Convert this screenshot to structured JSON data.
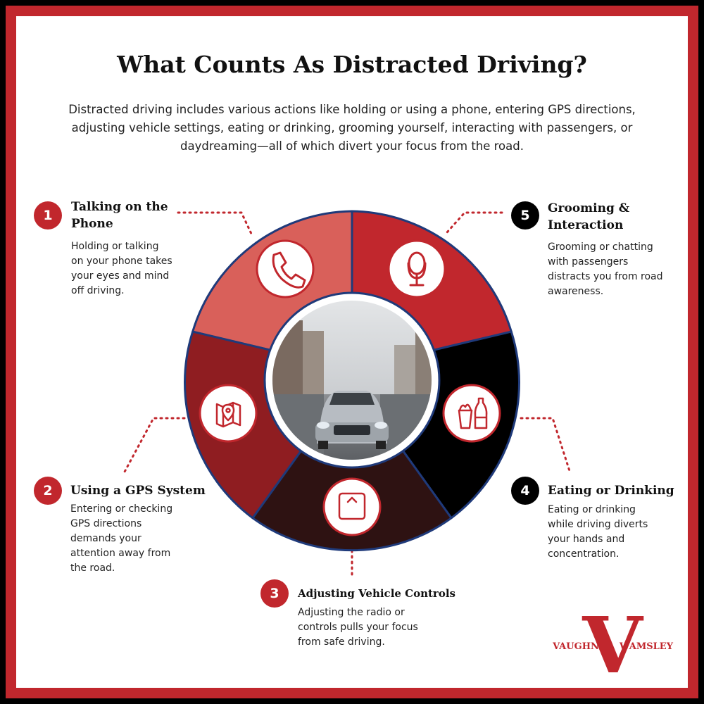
{
  "title": "What Counts As Distracted Driving?",
  "intro": "Distracted driving includes various actions like holding or using a phone, entering GPS directions, adjusting vehicle settings, eating or drinking, grooming yourself, interacting with passengers, or daydreaming—all of which divert your focus from the road.",
  "items": [
    {
      "number": "1",
      "title_lines": [
        "Talking on the",
        "Phone"
      ],
      "desc_lines": [
        "Holding or talking",
        "on your phone takes",
        "your eyes and mind",
        "off driving."
      ],
      "icon": "phone-icon"
    },
    {
      "number": "2",
      "title_lines": [
        "Using a GPS System"
      ],
      "desc_lines": [
        "Entering or checking",
        "GPS directions",
        "demands your",
        "attention away from",
        "the road."
      ],
      "icon": "map-pin-icon"
    },
    {
      "number": "3",
      "title_lines": [
        "Adjusting Vehicle Controls"
      ],
      "desc_lines": [
        "Adjusting the radio or",
        "controls pulls your focus",
        "from safe driving."
      ],
      "icon": "control-panel-icon"
    },
    {
      "number": "4",
      "title_lines": [
        "Eating or Drinking"
      ],
      "desc_lines": [
        "Eating or drinking",
        "while driving diverts",
        "your hands and",
        "concentration."
      ],
      "icon": "food-drink-icon"
    },
    {
      "number": "5",
      "title_lines": [
        "Grooming &",
        "Interaction"
      ],
      "desc_lines": [
        "Grooming or chatting",
        "with passengers",
        "distracts you from road",
        "awareness."
      ],
      "icon": "mirror-icon"
    }
  ],
  "logo": {
    "left_word": "VAUGHN",
    "letter": "V",
    "right_word": "WAMSLEY"
  },
  "colors": {
    "border": "#c1272d",
    "accent_red": "#c1272d",
    "segment_phone": "#d9605a",
    "segment_grooming": "#c1272d",
    "segment_eating": "#000000",
    "segment_controls": "#2e1212",
    "segment_gps": "#8f1d21",
    "ring_outline": "#1f3a7a"
  }
}
